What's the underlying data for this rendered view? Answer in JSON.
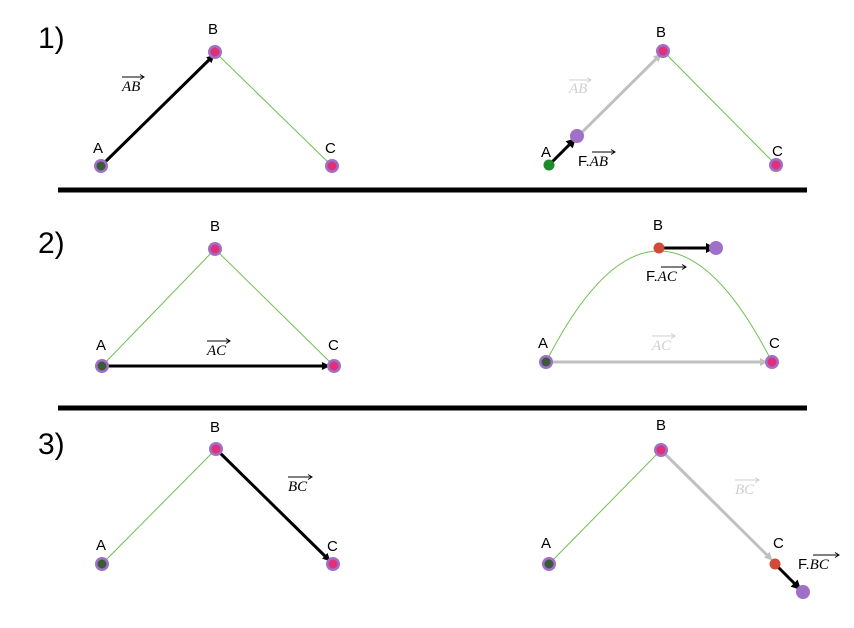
{
  "rows": [
    {
      "label": "1)",
      "left": {
        "A": "A",
        "B": "B",
        "C": "C",
        "vector": "AB"
      },
      "right": {
        "A": "A",
        "B": "B",
        "C": "C",
        "vector": "AB",
        "force_prefix": "F.",
        "force_vector": "AB"
      }
    },
    {
      "label": "2)",
      "left": {
        "A": "A",
        "B": "B",
        "C": "C",
        "vector": "AC"
      },
      "right": {
        "A": "A",
        "B": "B",
        "C": "C",
        "vector": "AC",
        "force_prefix": "F.",
        "force_vector": "AC"
      }
    },
    {
      "label": "3)",
      "left": {
        "A": "A",
        "B": "B",
        "C": "C",
        "vector": "BC"
      },
      "right": {
        "A": "A",
        "B": "B",
        "C": "C",
        "vector": "BC",
        "force_prefix": "F.",
        "force_vector": "BC"
      }
    }
  ],
  "colors": {
    "line_green": "#6fbf4f",
    "point_pink": "#e0307a",
    "point_ring": "#a070c8",
    "point_dark": "#3a5a3a",
    "point_green": "#1f8a2a",
    "point_red": "#d24a3a",
    "faded_gray": "#c0c0c0"
  }
}
